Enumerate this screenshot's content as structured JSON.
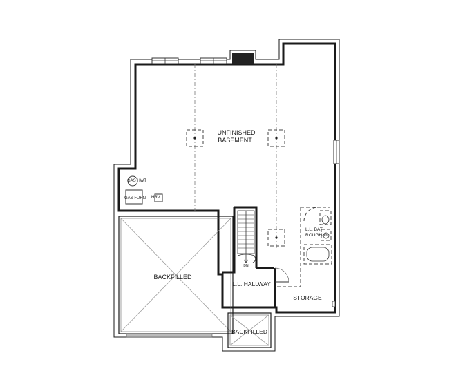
{
  "rooms": {
    "unfinished_basement": [
      "UNFINISHED",
      "BASEMENT"
    ],
    "backfilled_large": "BACKFILLED",
    "backfilled_small": "BACKFILLED",
    "hallway": "L.L. HALLWAY",
    "storage": "STORAGE",
    "bath": [
      "L.L. BATH",
      "ROUGH-IN"
    ]
  },
  "equipment": {
    "water_heater": "GAS HWT",
    "furnace": "GAS FURN",
    "hrv": "HRV"
  },
  "stair": {
    "direction": "DN"
  }
}
